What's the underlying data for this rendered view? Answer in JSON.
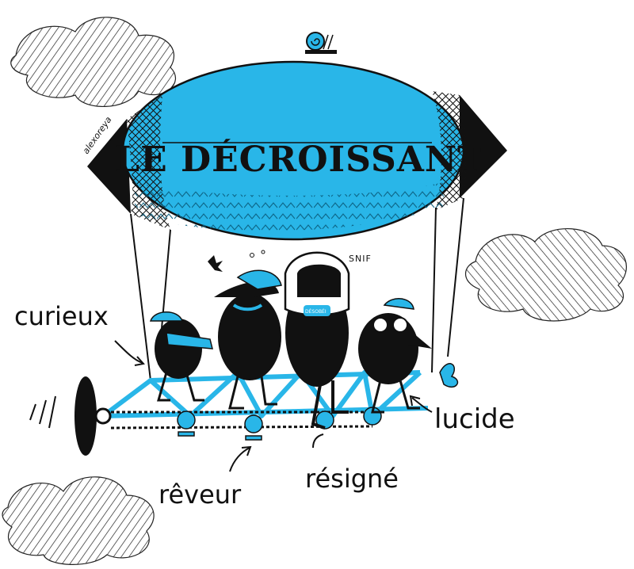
{
  "title": "LE DÉCROISSANT",
  "signature": "alexoreya",
  "sound": "SNIF",
  "helmet_text": "DÉSOBÉI",
  "labels": {
    "curieux": "curieux",
    "reveur": "rêveur",
    "resigne": "résigné",
    "lucide": "lucide"
  },
  "colors": {
    "balloon": "#29b6e8",
    "ink": "#111111",
    "frame": "#29b6e8",
    "background": "#ffffff"
  }
}
